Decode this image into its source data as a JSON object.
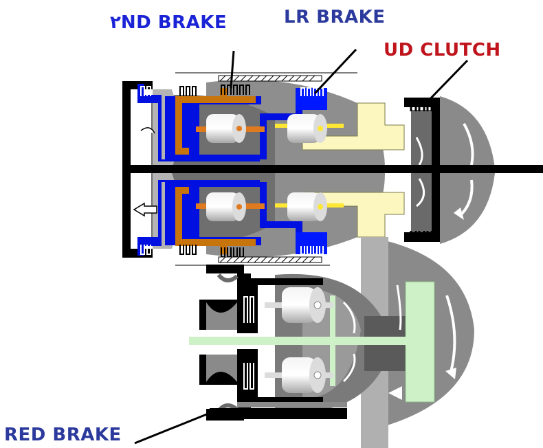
{
  "labels": {
    "second_brake": "٢ND BRAKE",
    "lr_brake": "LR BRAKE",
    "ud_clutch": "UD CLUTCH",
    "red_brake": "RED BRAKE"
  },
  "colors": {
    "label_blue": "#2b3a9c",
    "label_red": "#c0141c",
    "brake_blue": "#0010e0",
    "bright_blue": "#0018ff",
    "orange": "#c8740c",
    "shaft_orange": "#e07a1e",
    "cream": "#fcf7be",
    "light_green": "#cff1c8",
    "grey_dark": "#5a5a5a",
    "grey_mid": "#8c8c8c",
    "grey_light": "#b4b4b4",
    "black": "#000000",
    "yellow": "#ffe733"
  }
}
